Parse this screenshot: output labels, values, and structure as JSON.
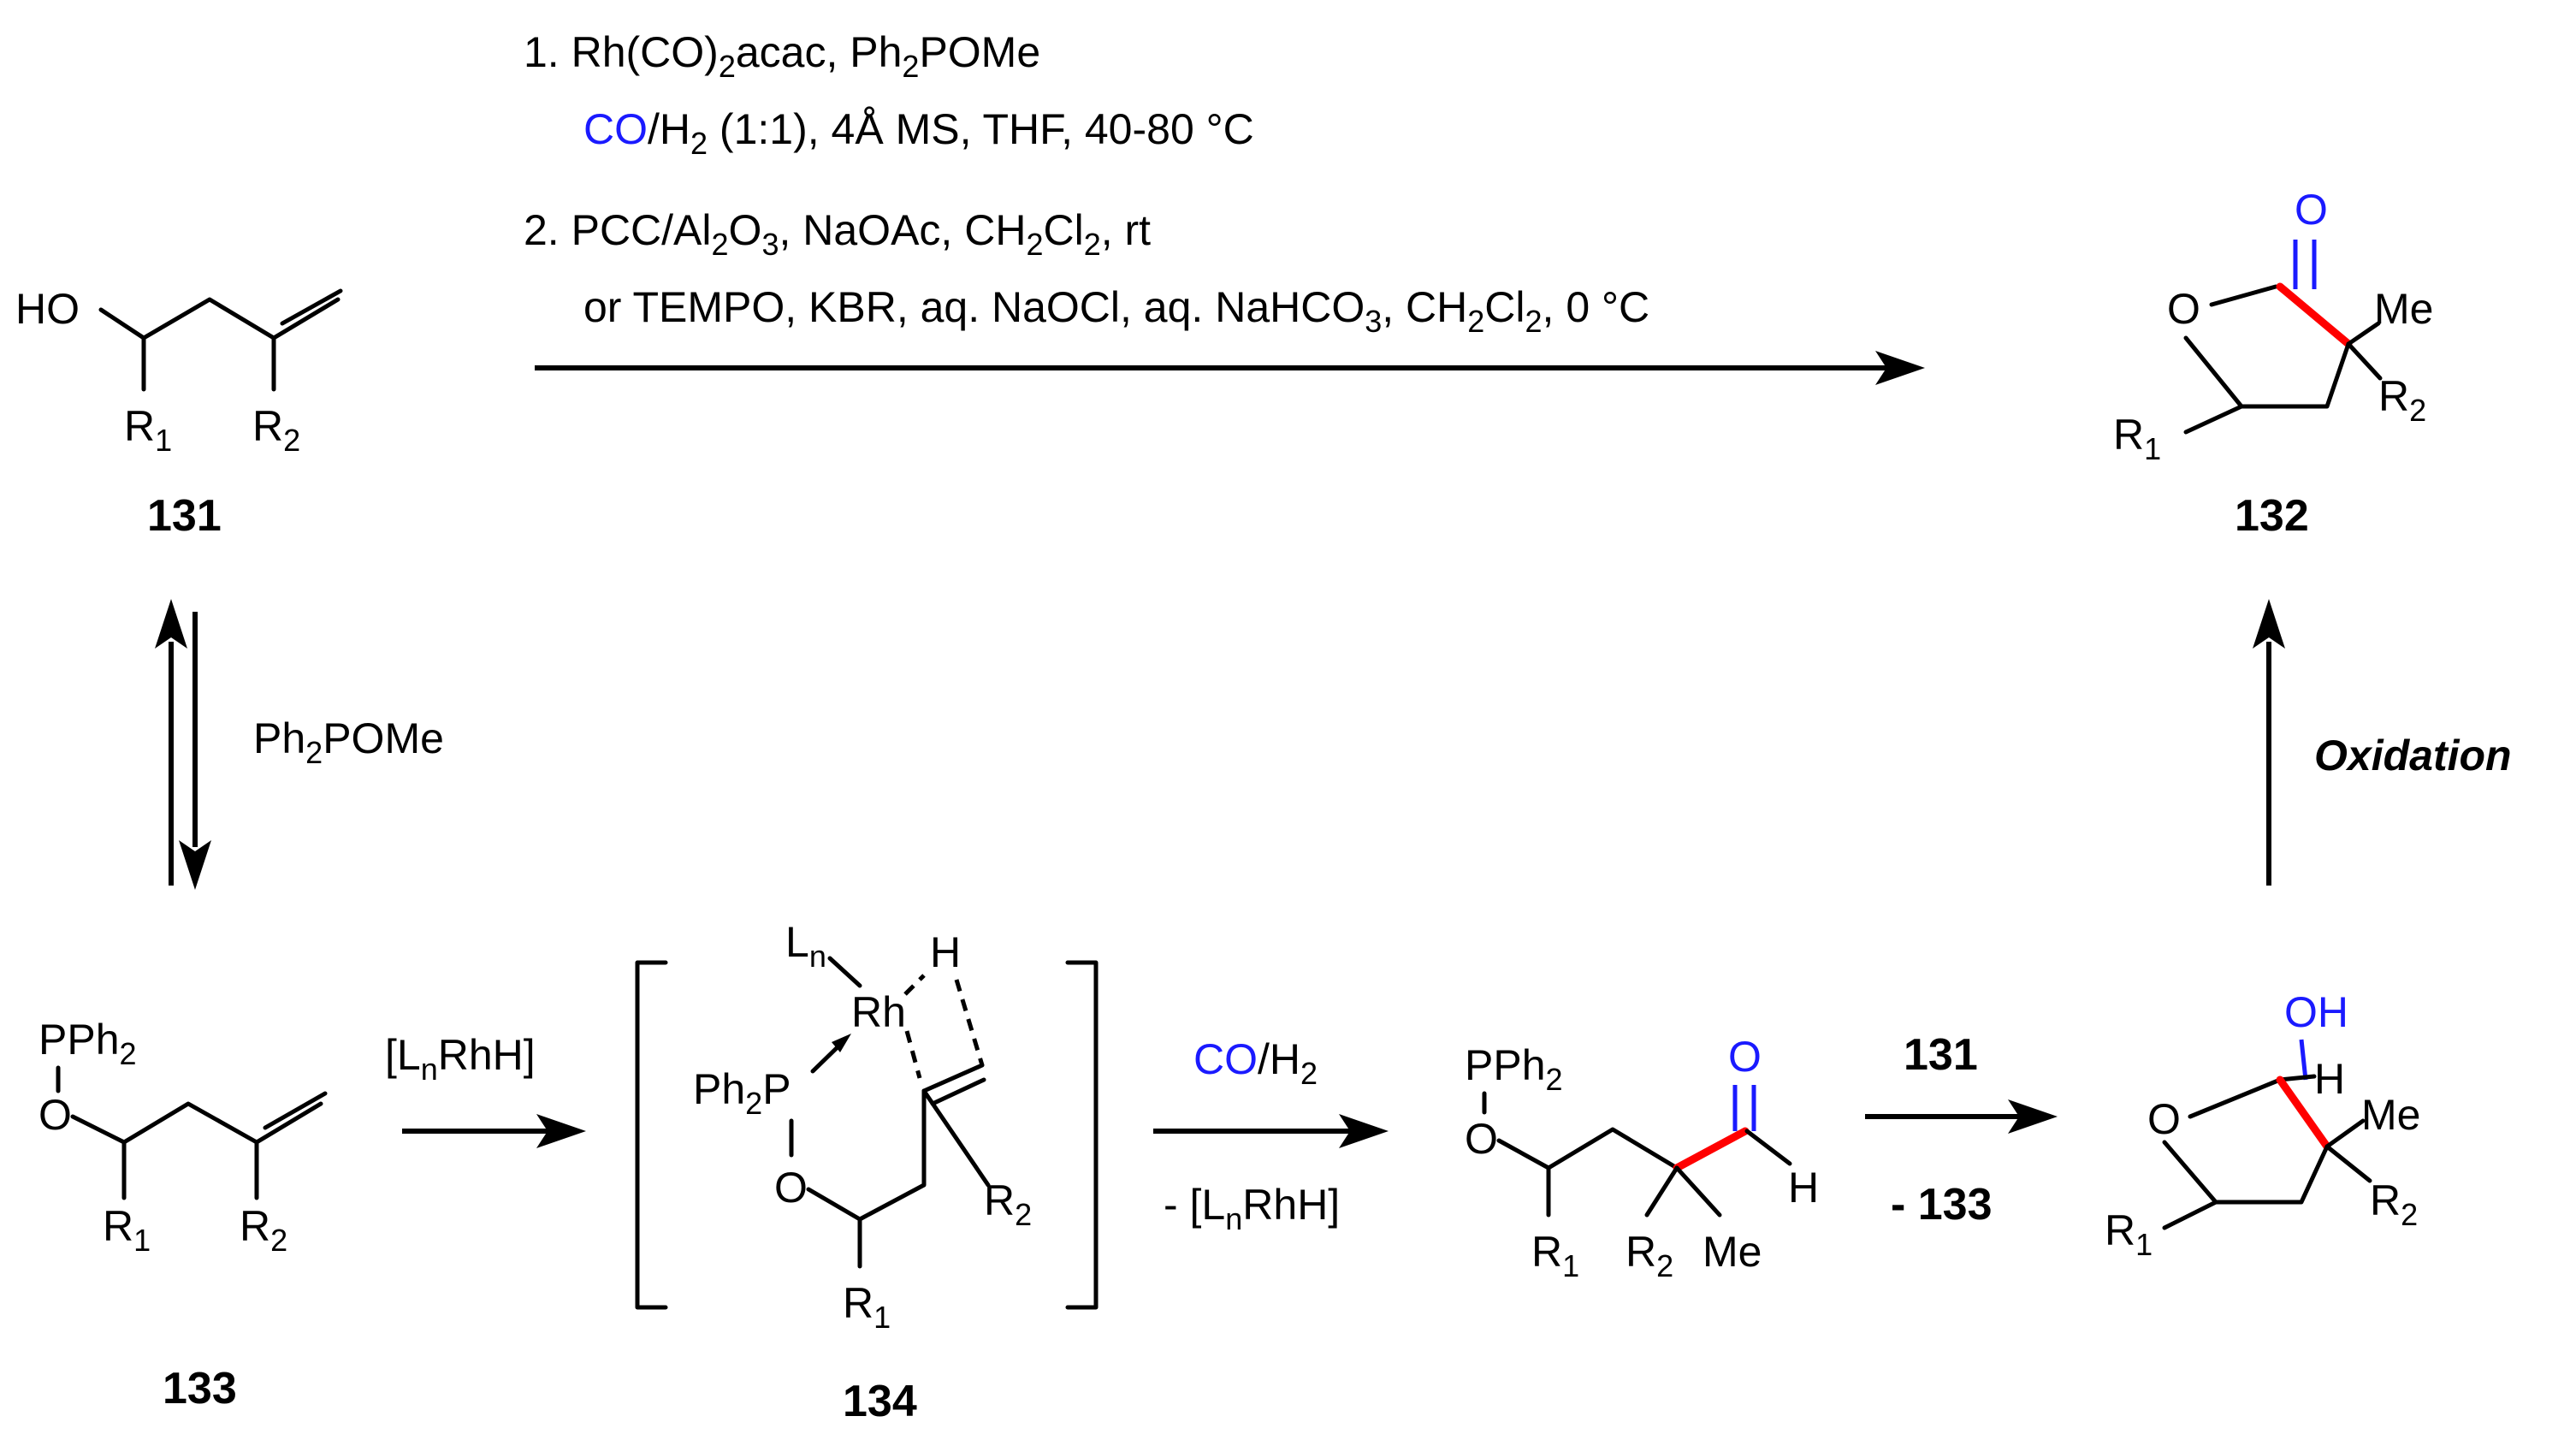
{
  "conditions_top": {
    "line1": "1. Rh(CO)",
    "line1_sub": "2",
    "line1_rest": "acac, Ph",
    "line1_sub2": "2",
    "line1_end": "POMe",
    "line2_co": "CO",
    "line2_h": "/H",
    "line2_sub": "2",
    "line2_rest": " (1:1), 4Å MS, THF, 40-80 °C",
    "line3": "2. PCC/Al",
    "line3_sub1": "2",
    "line3_o": "O",
    "line3_sub2": "3",
    "line3_rest": ", NaOAc, CH",
    "line3_sub3": "2",
    "line3_cl": "Cl",
    "line3_sub4": "2",
    "line3_end": ", rt",
    "line4": "or TEMPO, KBR, aq. NaOCl, aq. NaHCO",
    "line4_sub1": "3",
    "line4_rest": ", CH",
    "line4_sub2": "2",
    "line4_cl": "Cl",
    "line4_sub3": "2",
    "line4_end": ", 0 °C"
  },
  "compounds": {
    "c131": "131",
    "c132": "132",
    "c133": "133",
    "c134": "134"
  },
  "atoms": {
    "HO": "HO",
    "R": "R",
    "one": "1",
    "two": "2",
    "O": "O",
    "Me": "Me",
    "PPh": "PPh",
    "Ph": "Ph",
    "P": "P",
    "L": "L",
    "n": "n",
    "Rh": "Rh",
    "H": "H",
    "OH": "OH"
  },
  "left_arrow_label": "Ph",
  "left_arrow_label_sub": "2",
  "left_arrow_label_end": "POMe",
  "arrow_rh": "[L",
  "arrow_rh_sub": "n",
  "arrow_rh_end": "RhH]",
  "arrow_co": "CO",
  "arrow_co_h": "/H",
  "arrow_co_sub": "2",
  "arrow_minus": "- [L",
  "arrow_minus_sub": "n",
  "arrow_minus_end": "RhH]",
  "arrow_131": "131",
  "arrow_minus133": "- 133",
  "oxidation": "Oxidation",
  "colors": {
    "blue": "#1a1aff",
    "red": "#ff0000"
  }
}
